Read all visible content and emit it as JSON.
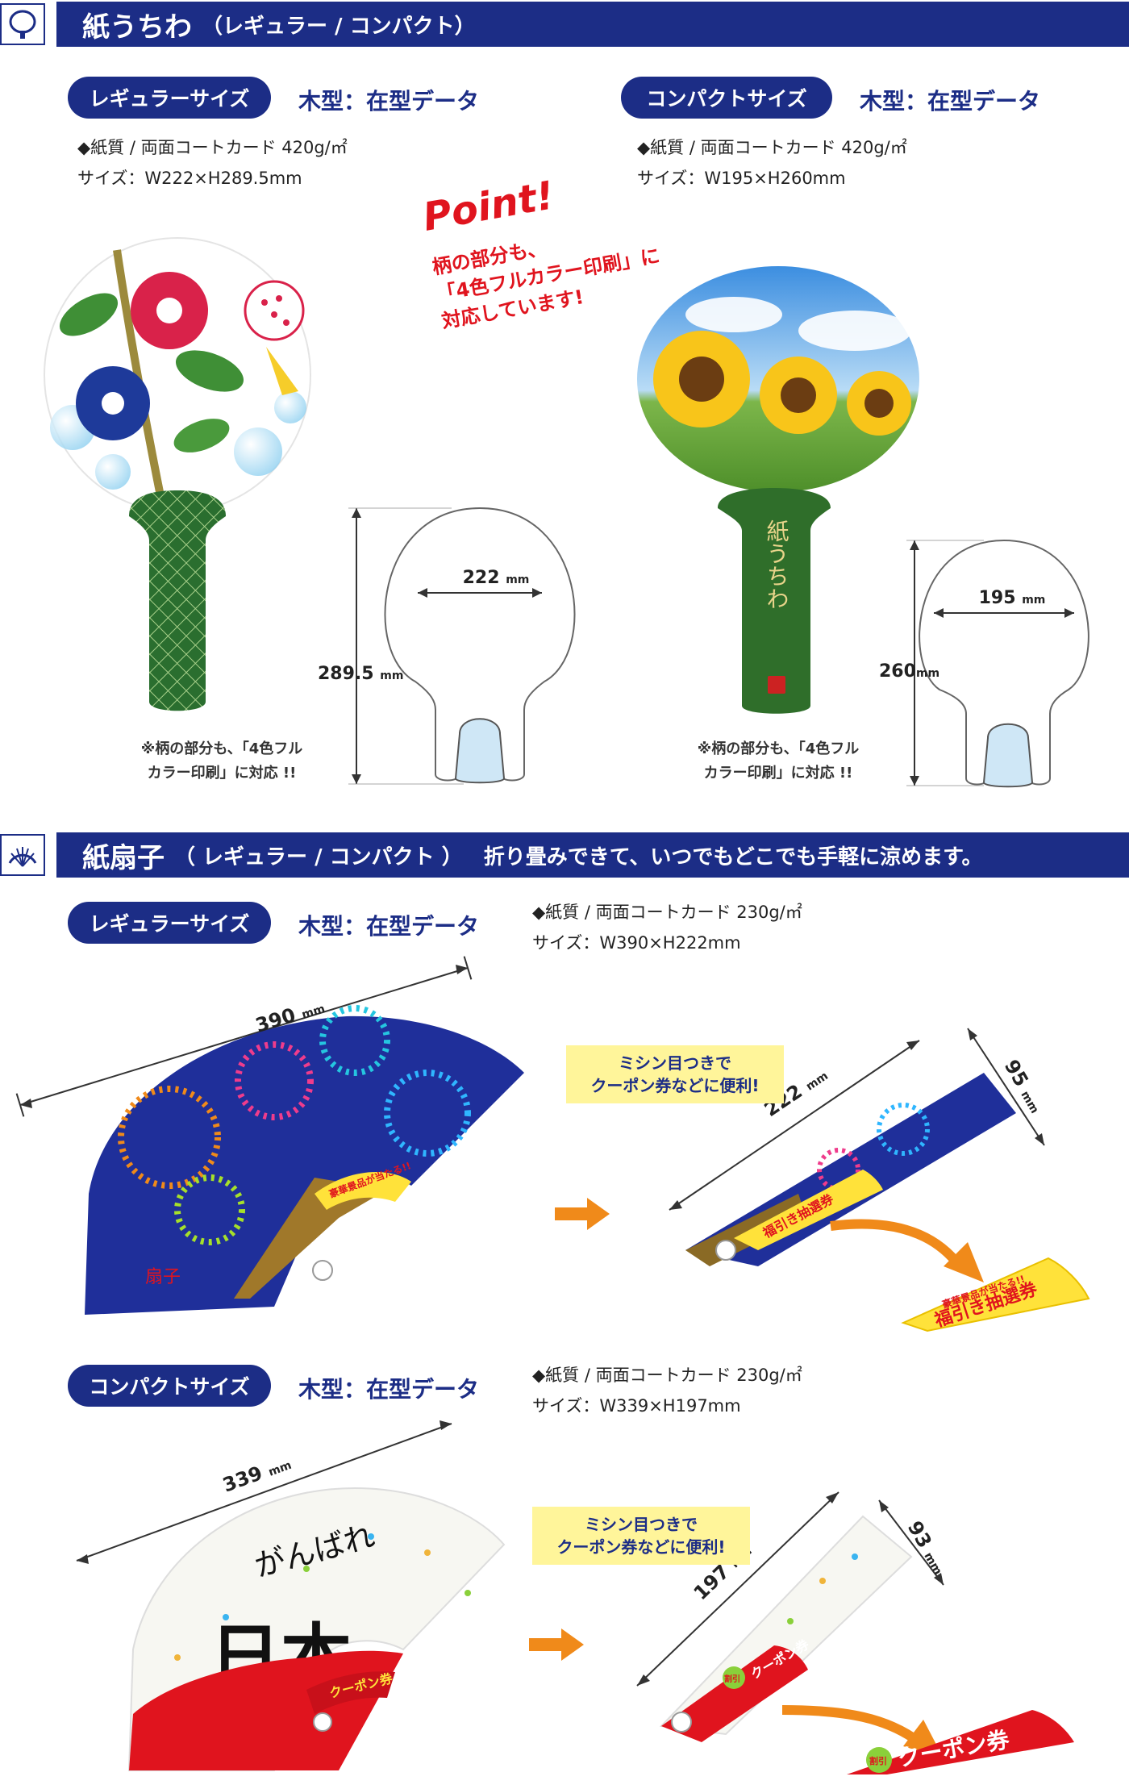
{
  "sections": {
    "uchiwa": {
      "title": "紙うちわ",
      "subtitle": "（レギュラー / コンパクト）"
    },
    "sensu": {
      "title": "紙扇子",
      "subtitle": "（ レギュラー / コンパクト ）",
      "tagline": "折り畳みできて、いつでもどこでも手軽に涼めます。"
    }
  },
  "uchiwa_regular": {
    "pill": "レギュラーサイズ",
    "kigata": "木型：在型データ",
    "spec_paper": "◆紙質 / 両面コートカード 420g/㎡",
    "spec_size": "サイズ：W222×H289.5mm",
    "dim_width": "222",
    "dim_height": "289.5",
    "unit": "mm",
    "note_line1": "※柄の部分も、「4色フル",
    "note_line2": "カラー印刷」に対応 !!"
  },
  "uchiwa_compact": {
    "pill": "コンパクトサイズ",
    "kigata": "木型：在型データ",
    "spec_paper": "◆紙質 / 両面コートカード 420g/㎡",
    "spec_size": "サイズ：W195×H260mm",
    "dim_width": "195",
    "dim_height": "260",
    "unit": "mm",
    "handle_text": "紙うちわ",
    "note_line1": "※柄の部分も、「4色フル",
    "note_line2": "カラー印刷」に対応 !!"
  },
  "point": {
    "title": "Point!",
    "text": "柄の部分も、\n「4色フルカラー印刷」に\n対応しています!"
  },
  "sensu_regular": {
    "pill": "レギュラーサイズ",
    "kigata": "木型：在型データ",
    "spec_paper": "◆紙質 / 両面コートカード 230g/㎡",
    "spec_size": "サイズ：W390×H222mm",
    "dim_open": "390",
    "dim_length": "222",
    "dim_width": "95",
    "unit": "mm",
    "callout_line1": "ミシン目つきで",
    "callout_line2": "クーポン券などに便利!",
    "coupon_small": "豪華景品が当たる!!",
    "coupon_big": "福引き抽選券",
    "fan_mark": "扇子"
  },
  "sensu_compact": {
    "pill": "コンパクトサイズ",
    "kigata": "木型：在型データ",
    "spec_paper": "◆紙質 / 両面コートカード 230g/㎡",
    "spec_size": "サイズ：W339×H197mm",
    "dim_open": "339",
    "dim_length": "197",
    "dim_width": "93",
    "unit": "mm",
    "callout_line1": "ミシン目つきで",
    "callout_line2": "クーポン券などに便利!",
    "fan_big": "日本",
    "fan_small": "がんばれ",
    "coupon_big": "クーポン券",
    "coupon_badge": "割引"
  },
  "colors": {
    "navy": "#1c2d86",
    "red": "#e0141e",
    "green": "#2f6e2a",
    "orange": "#f08a1a",
    "yellow": "#ffe23a"
  }
}
